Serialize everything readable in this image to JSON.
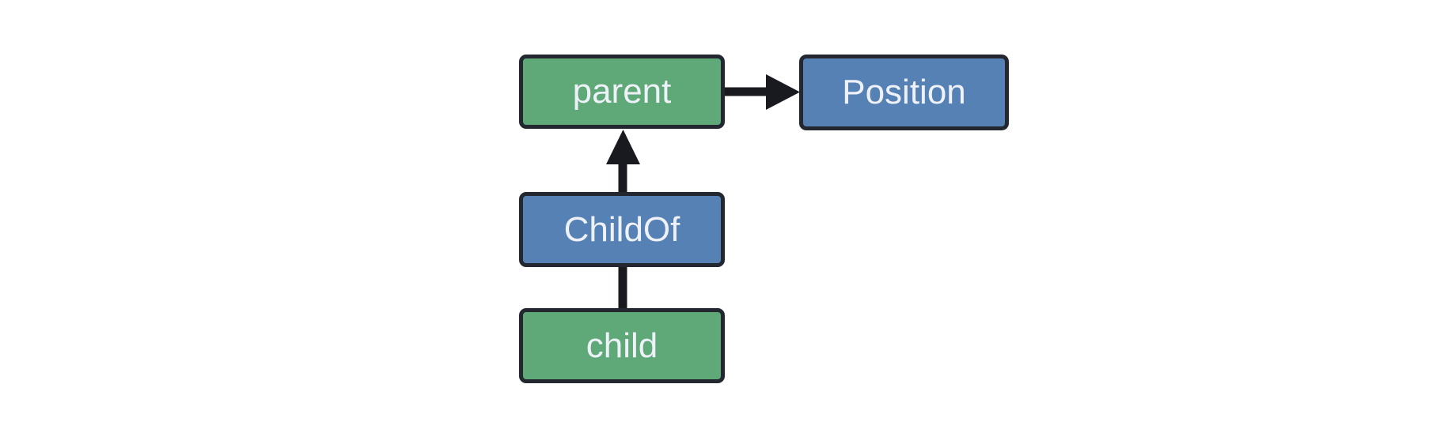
{
  "diagram": {
    "background": "#ffffff",
    "colors": {
      "entity_fill": "#5fa877",
      "relation_fill": "#5681b4",
      "node_border": "#23272f",
      "node_text": "#eef1f8",
      "connector": "#181a1f"
    },
    "nodes": [
      {
        "id": "parent",
        "label": "parent",
        "kind": "entity"
      },
      {
        "id": "Position",
        "label": "Position",
        "kind": "component"
      },
      {
        "id": "ChildOf",
        "label": "ChildOf",
        "kind": "relationship"
      },
      {
        "id": "child",
        "label": "child",
        "kind": "entity"
      }
    ],
    "edges": [
      {
        "from": "parent",
        "to": "Position",
        "style": "arrow"
      },
      {
        "from": "ChildOf",
        "to": "parent",
        "style": "arrow"
      },
      {
        "from": "child",
        "to": "ChildOf",
        "style": "line"
      }
    ]
  }
}
